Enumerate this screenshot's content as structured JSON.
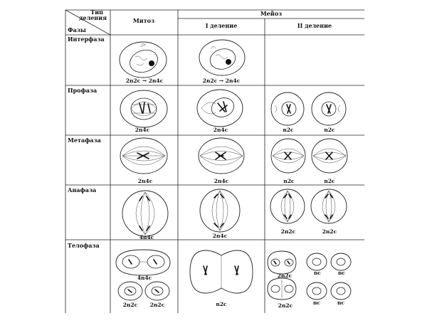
{
  "header": {
    "corner_top": "Тип",
    "corner_top2": "деления",
    "corner_bottom": "Фазы",
    "mitosis": "Митоз",
    "meiosis": "Мейоз",
    "division1": "I деление",
    "division2": "II деление"
  },
  "phases": [
    "Интерфаза",
    "Профаза",
    "Метафаза",
    "Анафаза",
    "Телофаза"
  ],
  "labels": {
    "interphase_mitosis": "2n2c → 2n4c",
    "interphase_meiosis1": "2n2c → 2n4c",
    "prophase_mitosis": "2n4c",
    "prophase_meiosis1": "2n4c",
    "prophase_meiosis2_a": "n2c",
    "prophase_meiosis2_b": "n2c",
    "metaphase_mitosis": "2n4c",
    "metaphase_meiosis1": "2n4c",
    "metaphase_meiosis2_a": "n2c",
    "metaphase_meiosis2_b": "n2c",
    "anaphase_mitosis": "4n4c",
    "anaphase_meiosis1": "2n4c",
    "anaphase_meiosis2_a": "2n2c",
    "anaphase_meiosis2_b": "2n2c",
    "telophase_mitosis_top": "4n4c",
    "telophase_mitosis_a": "2n2c",
    "telophase_mitosis_b": "2n2c",
    "telophase_meiosis1": "n2c",
    "telophase_meiosis2_top": "2n2c",
    "telophase_meiosis2_nc1": "nc",
    "telophase_meiosis2_nc2": "nc",
    "telophase_meiosis2_mid": "2n2c",
    "telophase_meiosis2_nc3": "nc",
    "telophase_meiosis2_nc4": "nc"
  }
}
